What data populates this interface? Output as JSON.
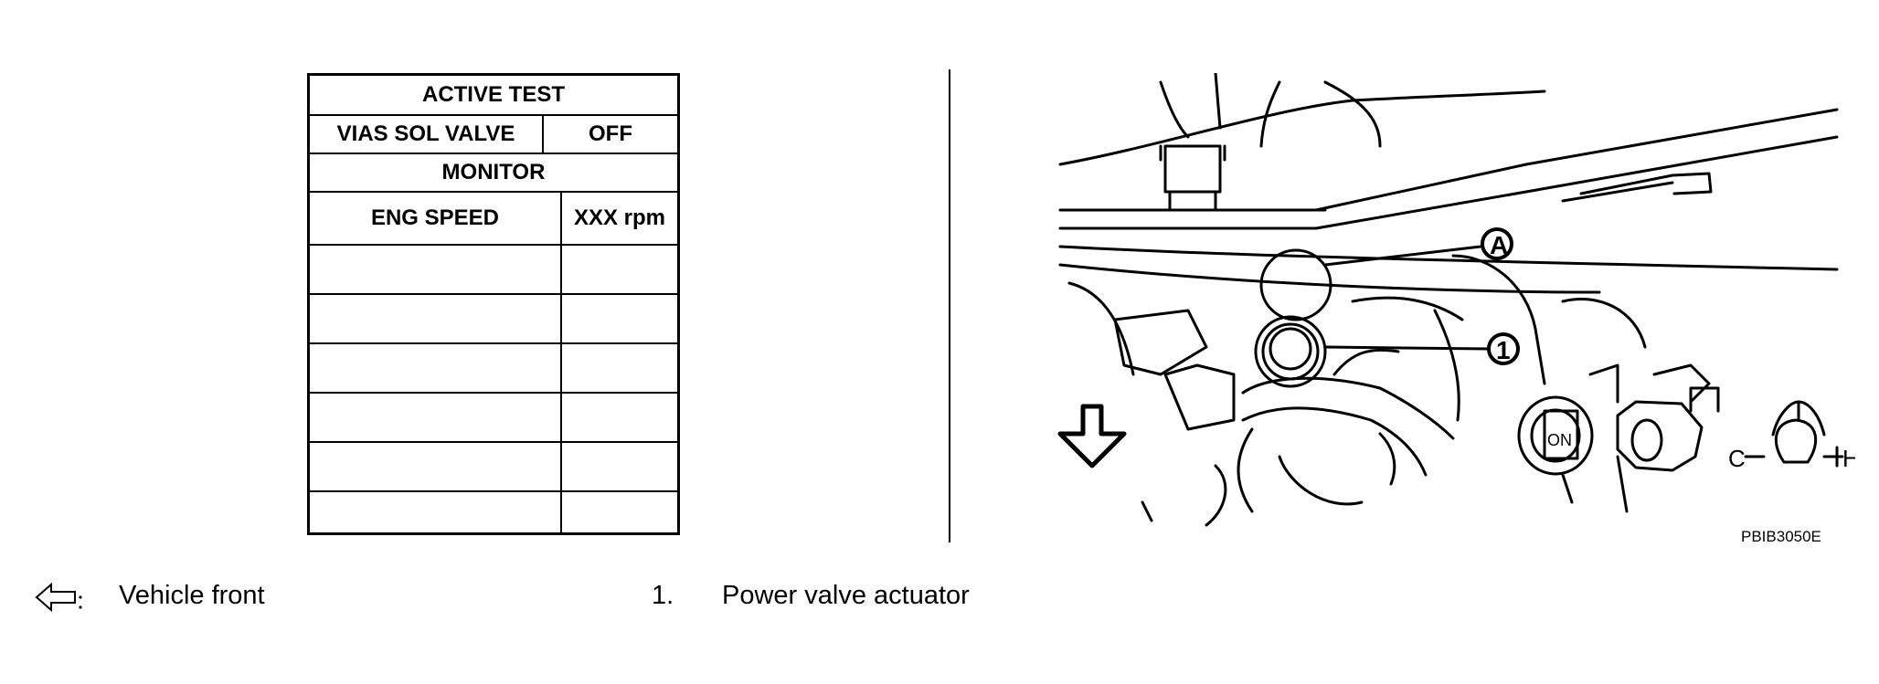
{
  "table": {
    "header": "ACTIVE TEST",
    "test_item": "VIAS SOL VALVE",
    "test_value": "OFF",
    "monitor": "MONITOR",
    "monitor_item": "ENG SPEED",
    "monitor_value": "XXX rpm",
    "empty_rows": 6
  },
  "illustration": {
    "callout_a": "A",
    "callout_1": "1",
    "switch_text": "ON",
    "gauge_cold": "C",
    "gauge_hot": "H",
    "code": "PBIB3050E"
  },
  "legend": [
    {
      "symbol": "arrow-left-icon",
      "text": "Vehicle front"
    },
    {
      "number": "1.",
      "text": "Power valve actuator"
    }
  ]
}
